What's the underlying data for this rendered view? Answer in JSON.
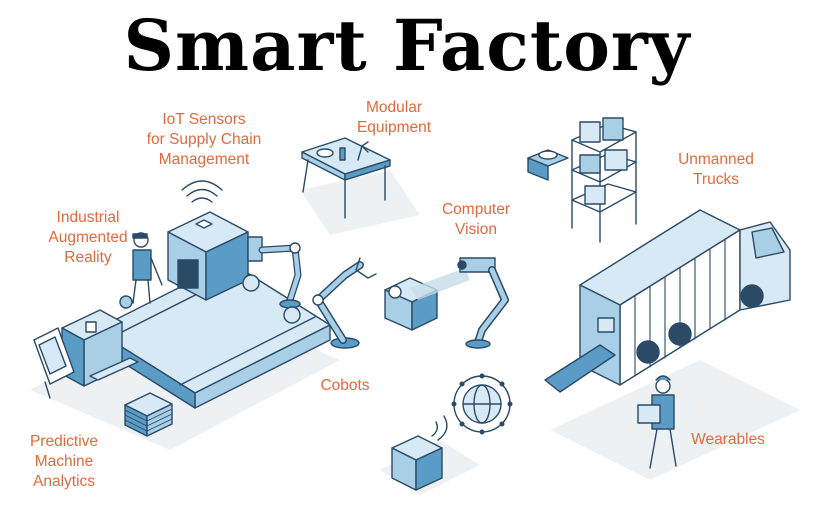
{
  "title": "Smart Factory",
  "labels": {
    "iot": [
      "IoT Sensors",
      "for Supply Chain",
      "Management"
    ],
    "modular": [
      "Modular",
      "Equipment"
    ],
    "unmanned": [
      "Unmanned",
      "Trucks"
    ],
    "augmented": [
      "Industrial",
      "Augmented",
      "Reality"
    ],
    "vision": [
      "Computer",
      "Vision"
    ],
    "cobots": [
      "Cobots"
    ],
    "wearables": [
      "Wearables"
    ],
    "predictive": [
      "Predictive",
      "Machine",
      "Analytics"
    ]
  },
  "colors": {
    "accent_label": "#e26a3c",
    "line": "#2a4a66",
    "fill_light": "#d7e9f4",
    "fill_mid": "#a9cfe6",
    "fill_dark": "#5a9cc5",
    "shadow": "#eef1f3"
  }
}
